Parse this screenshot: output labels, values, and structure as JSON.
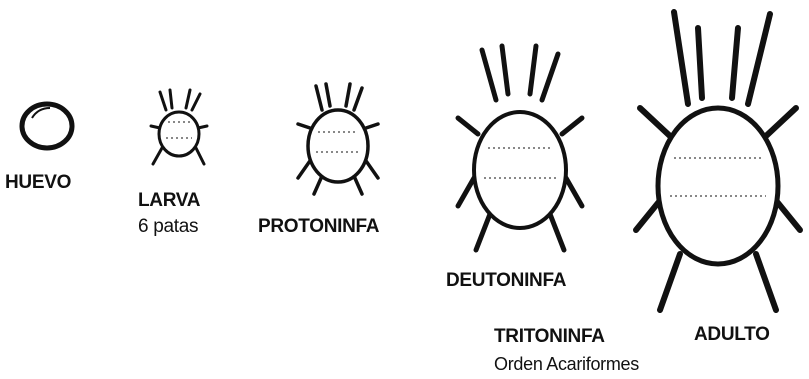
{
  "stages": [
    {
      "id": "egg",
      "label": "HUEVO",
      "icon": "egg-icon"
    },
    {
      "id": "larva",
      "label": "LARVA",
      "sublabel": "6 patas",
      "icon": "larva-mite-icon"
    },
    {
      "id": "protonymph",
      "label": "PROTONINFA",
      "icon": "protonymph-mite-icon"
    },
    {
      "id": "deutonymph",
      "label": "DEUTONINFA",
      "icon": "deutonymph-mite-icon"
    },
    {
      "id": "tritonymph",
      "label": "TRITONINFA",
      "sublabel": "Orden Acariformes"
    },
    {
      "id": "adult",
      "label": "ADULTO",
      "icon": "adult-mite-icon"
    }
  ],
  "colors": {
    "ink": "#111111",
    "fill": "#ffffff",
    "background": "#ffffff"
  }
}
